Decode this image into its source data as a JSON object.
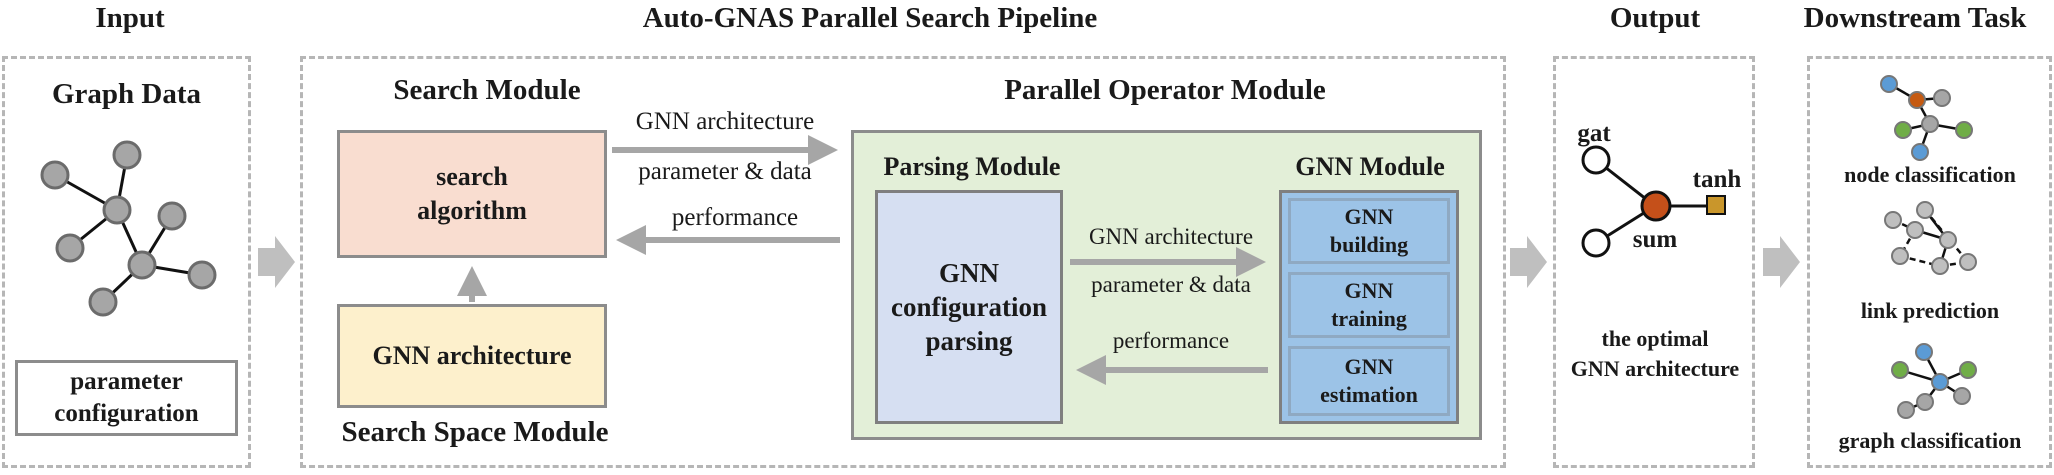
{
  "section_titles": {
    "input": "Input",
    "pipeline": "Auto-GNAS Parallel Search Pipeline",
    "output": "Output",
    "downstream": "Downstream Task"
  },
  "input": {
    "graph_data": "Graph Data",
    "param_config_line1": "parameter",
    "param_config_line2": "configuration"
  },
  "search_module": {
    "title": "Search Module",
    "algorithm_line1": "search",
    "algorithm_line2": "algorithm",
    "space_box": "GNN architecture",
    "space_title": "Search Space Module"
  },
  "arrows_top": {
    "arch": "GNN architecture",
    "param": "parameter & data",
    "perf": "performance"
  },
  "parallel": {
    "title": "Parallel Operator Module",
    "parsing_title": "Parsing Module",
    "parsing_line1": "GNN",
    "parsing_line2": "configuration",
    "parsing_line3": "parsing",
    "gnn_title": "GNN Module",
    "mid_arch": "GNN  architecture",
    "mid_param": "parameter & data",
    "mid_perf": "performance",
    "gnn_items": [
      {
        "l1": "GNN",
        "l2": "building"
      },
      {
        "l1": "GNN",
        "l2": "training"
      },
      {
        "l1": "GNN",
        "l2": "estimation"
      }
    ]
  },
  "output": {
    "gat": "gat",
    "sum": "sum",
    "tanh": "tanh",
    "caption_line1": "the optimal",
    "caption_line2": "GNN architecture"
  },
  "downstream": {
    "node": "node classification",
    "link": "link prediction",
    "graph": "graph classification"
  },
  "colors": {
    "search_algo_fill": "#f9ddd0",
    "space_fill": "#fdf0cc",
    "parallel_fill": "#e3efd8",
    "parsing_fill": "#d6dff2",
    "gnn_module_fill": "#9cc3e7",
    "node_grey": "#a6a6a6",
    "sum_orange": "#c5501a",
    "tanh_gold": "#c9962b",
    "node_blue": "#5b9bd5",
    "node_green": "#70ad47",
    "node_orange": "#c55a11"
  }
}
